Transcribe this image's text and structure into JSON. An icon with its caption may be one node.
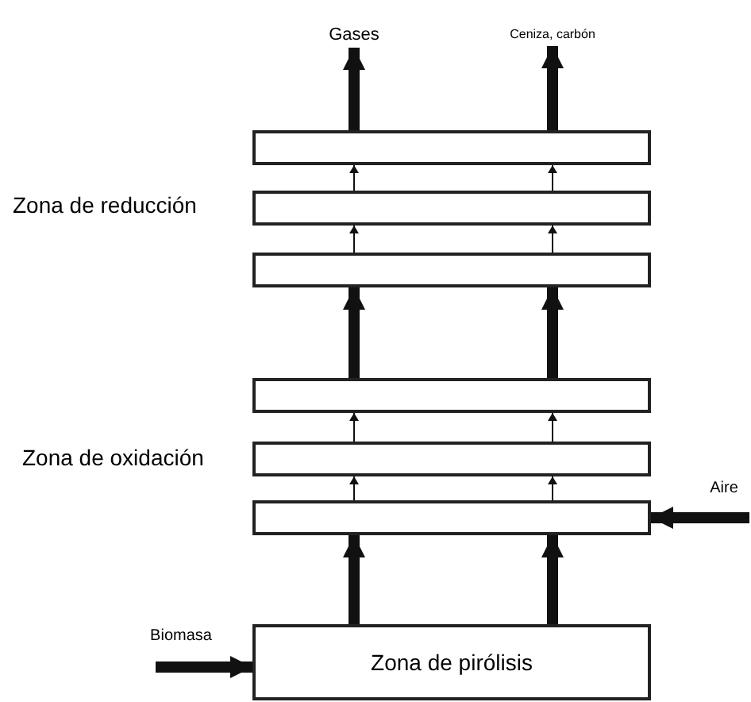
{
  "diagram": {
    "nodes": [
      {
        "text": [
          "Gases"
        ]
      },
      {
        "text": [
          "Ceniza, carbón"
        ]
      },
      {
        "text": [],
        "shape": "box"
      },
      {
        "text": [],
        "shape": "box"
      },
      {
        "text": [],
        "shape": "box"
      },
      {
        "text": [],
        "shape": "box"
      },
      {
        "text": [],
        "shape": "box"
      },
      {
        "text": [],
        "shape": "box"
      },
      {
        "text": [
          "Biomasa"
        ]
      },
      {
        "text": [
          "Zona de pirólisis"
        ]
      },
      {
        "text": [
          "Aire"
        ]
      }
    ],
    "edges": [
      {
        "from": 2,
        "to": 0,
        "arrow": "to",
        "style": "thick"
      },
      {
        "from": 2,
        "to": 1,
        "arrow": "to",
        "style": "thick"
      },
      {
        "from": 3,
        "to": 2,
        "arrow": "to"
      },
      {
        "from": 3,
        "to": 2,
        "arrow": "to"
      },
      {
        "from": 4,
        "to": 3,
        "arrow": "to"
      },
      {
        "from": 4,
        "to": 3,
        "arrow": "to"
      },
      {
        "from": 5,
        "to": 4,
        "arrow": "to",
        "style": "thick"
      },
      {
        "from": 5,
        "to": 4,
        "arrow": "to",
        "style": "thick"
      },
      {
        "from": 6,
        "to": 5,
        "arrow": "to"
      },
      {
        "from": 6,
        "to": 5,
        "arrow": "to"
      },
      {
        "from": 7,
        "to": 6,
        "arrow": "to"
      },
      {
        "from": 7,
        "to": 6,
        "arrow": "to"
      },
      {
        "from": 9,
        "to": 7,
        "arrow": "to",
        "style": "thick"
      },
      {
        "from": 9,
        "to": 7,
        "arrow": "to",
        "style": "thick"
      },
      {
        "from": 8,
        "to": 9,
        "arrow": "to",
        "style": "thick"
      },
      {
        "from": 10,
        "to": 7,
        "arrow": "to",
        "style": "thick"
      }
    ],
    "labels": [
      "Zona de reducción",
      "Zona de oxidación"
    ]
  }
}
